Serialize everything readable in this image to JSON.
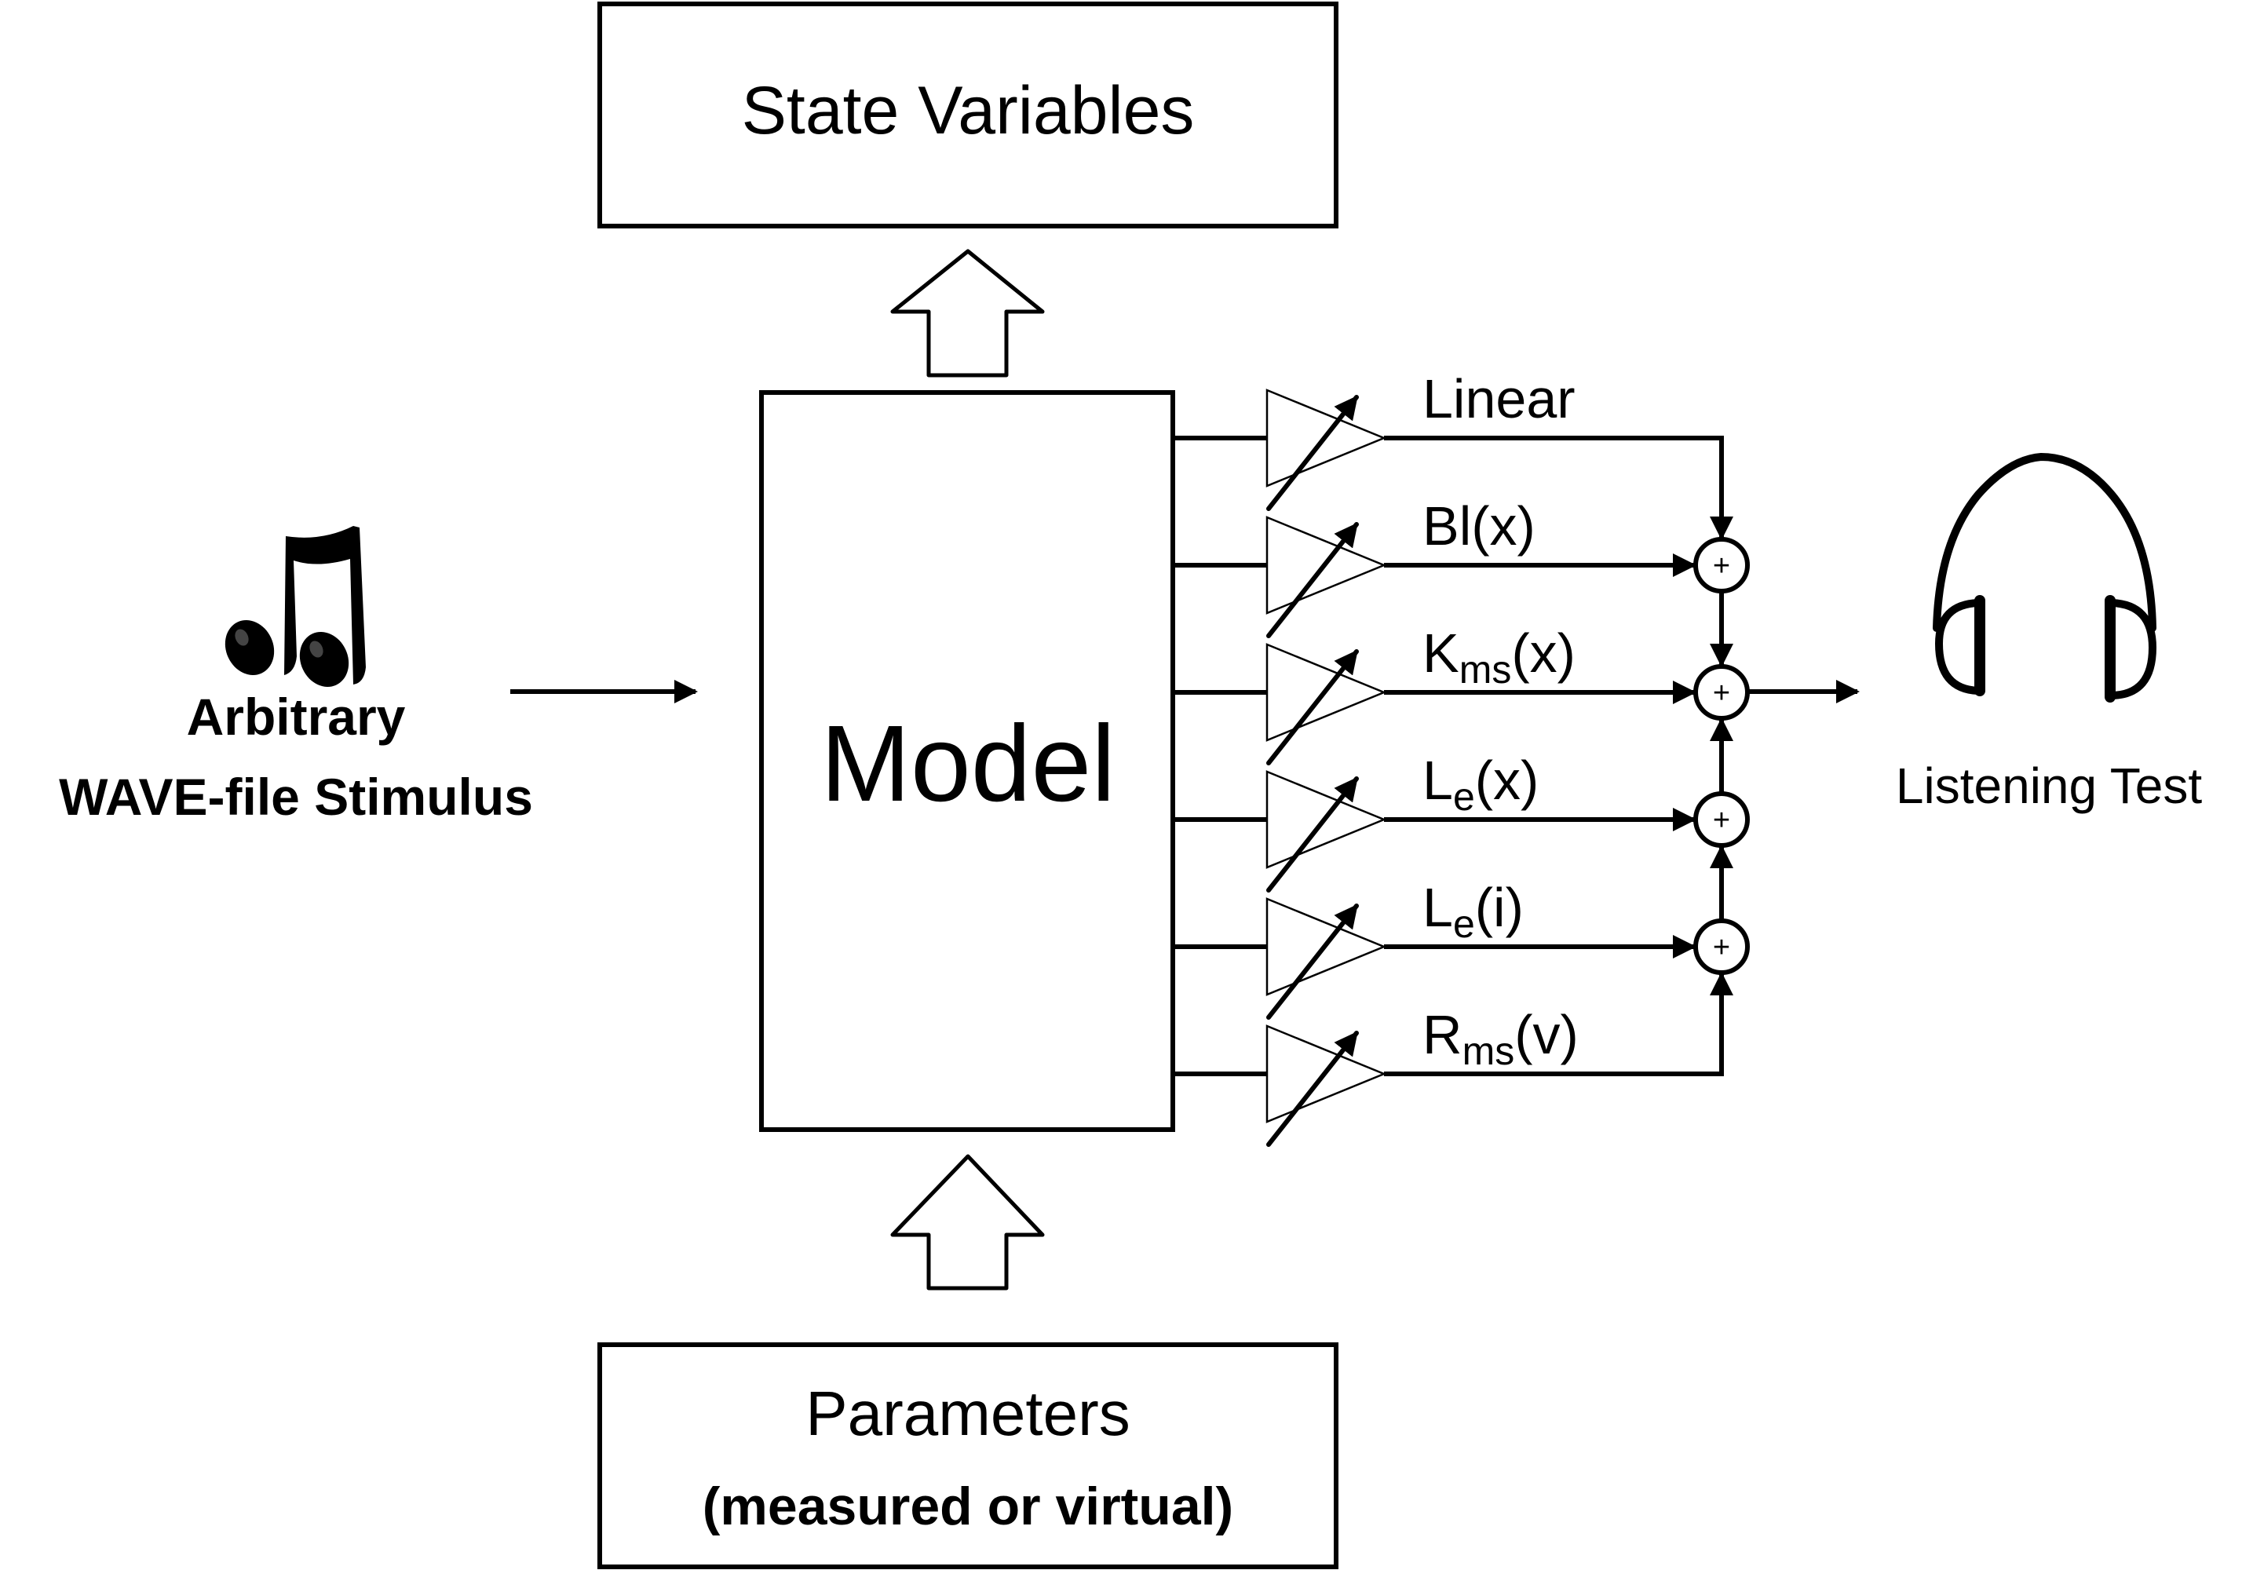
{
  "diagram": {
    "input": {
      "icon": "music-note-icon",
      "label_line1": "Arbitrary",
      "label_line2": "WAVE-file Stimulus"
    },
    "model": {
      "label": "Model"
    },
    "state_box": {
      "label": "State Variables"
    },
    "parameters_box": {
      "label": "Parameters",
      "sublabel": "(measured or virtual)"
    },
    "branches": [
      {
        "id": "linear",
        "main": "Linear",
        "sub": "",
        "arg": ""
      },
      {
        "id": "bl",
        "main": "Bl",
        "sub": "",
        "arg": "(x)"
      },
      {
        "id": "kms",
        "main": "K",
        "sub": "ms",
        "arg": "(x)"
      },
      {
        "id": "lex",
        "main": "L",
        "sub": "e",
        "arg": "(x)"
      },
      {
        "id": "lei",
        "main": "L",
        "sub": "e",
        "arg": "(i)"
      },
      {
        "id": "rms",
        "main": "R",
        "sub": "ms",
        "arg": "(v)"
      }
    ],
    "summing_symbol": "+",
    "output": {
      "icon": "headphones-icon",
      "label": "Listening Test"
    }
  }
}
